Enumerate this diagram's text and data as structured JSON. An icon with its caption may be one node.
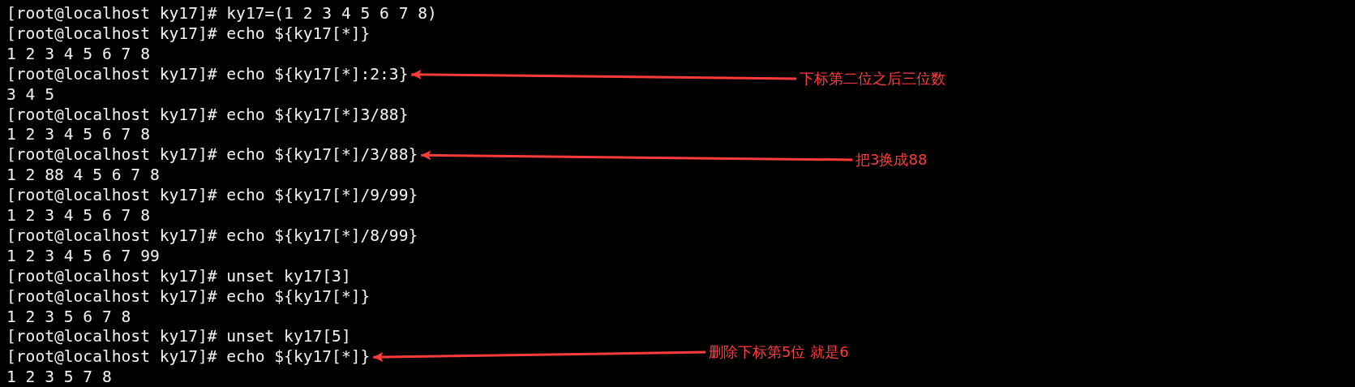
{
  "diagram": {
    "nodes": [
      {
        "text": [
          "[root@localhost ky17]# ky17=(1 2 3 4 5 6 7 8)"
        ]
      },
      {
        "text": [
          "[root@localhost ky17]# echo ${ky17[*]}"
        ]
      },
      {
        "text": [
          "1 2 3 4 5 6 7 8"
        ]
      },
      {
        "text": [
          "[root@localhost ky17]# echo ${ky17[*]:2:3}"
        ]
      },
      {
        "text": [
          "3 4 5"
        ]
      },
      {
        "text": [
          "[root@localhost ky17]# echo ${ky17[*]3/88}"
        ]
      },
      {
        "text": [
          "1 2 3 4 5 6 7 8"
        ]
      },
      {
        "text": [
          "[root@localhost ky17]# echo ${ky17[*]/3/88}"
        ]
      },
      {
        "text": [
          "1 2 88 4 5 6 7 8"
        ]
      },
      {
        "text": [
          "[root@localhost ky17]# echo ${ky17[*]/9/99}"
        ]
      },
      {
        "text": [
          "1 2 3 4 5 6 7 8"
        ]
      },
      {
        "text": [
          "[root@localhost ky17]# echo ${ky17[*]/8/99}"
        ]
      },
      {
        "text": [
          "1 2 3 4 5 6 7 99"
        ]
      },
      {
        "text": [
          "[root@localhost ky17]# unset ky17[3]"
        ]
      },
      {
        "text": [
          "[root@localhost ky17]# echo ${ky17[*]}"
        ]
      },
      {
        "text": [
          "1 2 3 5 6 7 8"
        ]
      },
      {
        "text": [
          "[root@localhost ky17]# unset ky17[5]"
        ]
      },
      {
        "text": [
          "[root@localhost ky17]# echo ${ky17[*]}"
        ]
      },
      {
        "text": [
          "1 2 3 5 7 8"
        ]
      },
      {
        "text": [
          "下标第二位之后三位数"
        ]
      },
      {
        "text": [
          "把3换成88"
        ]
      },
      {
        "text": [
          "删除下标第5位 就是6"
        ]
      }
    ],
    "edges": [
      {
        "from": 19,
        "to": 3,
        "arrow": "to"
      },
      {
        "from": 20,
        "to": 7,
        "arrow": "to"
      },
      {
        "from": 21,
        "to": 17,
        "arrow": "to"
      }
    ]
  }
}
